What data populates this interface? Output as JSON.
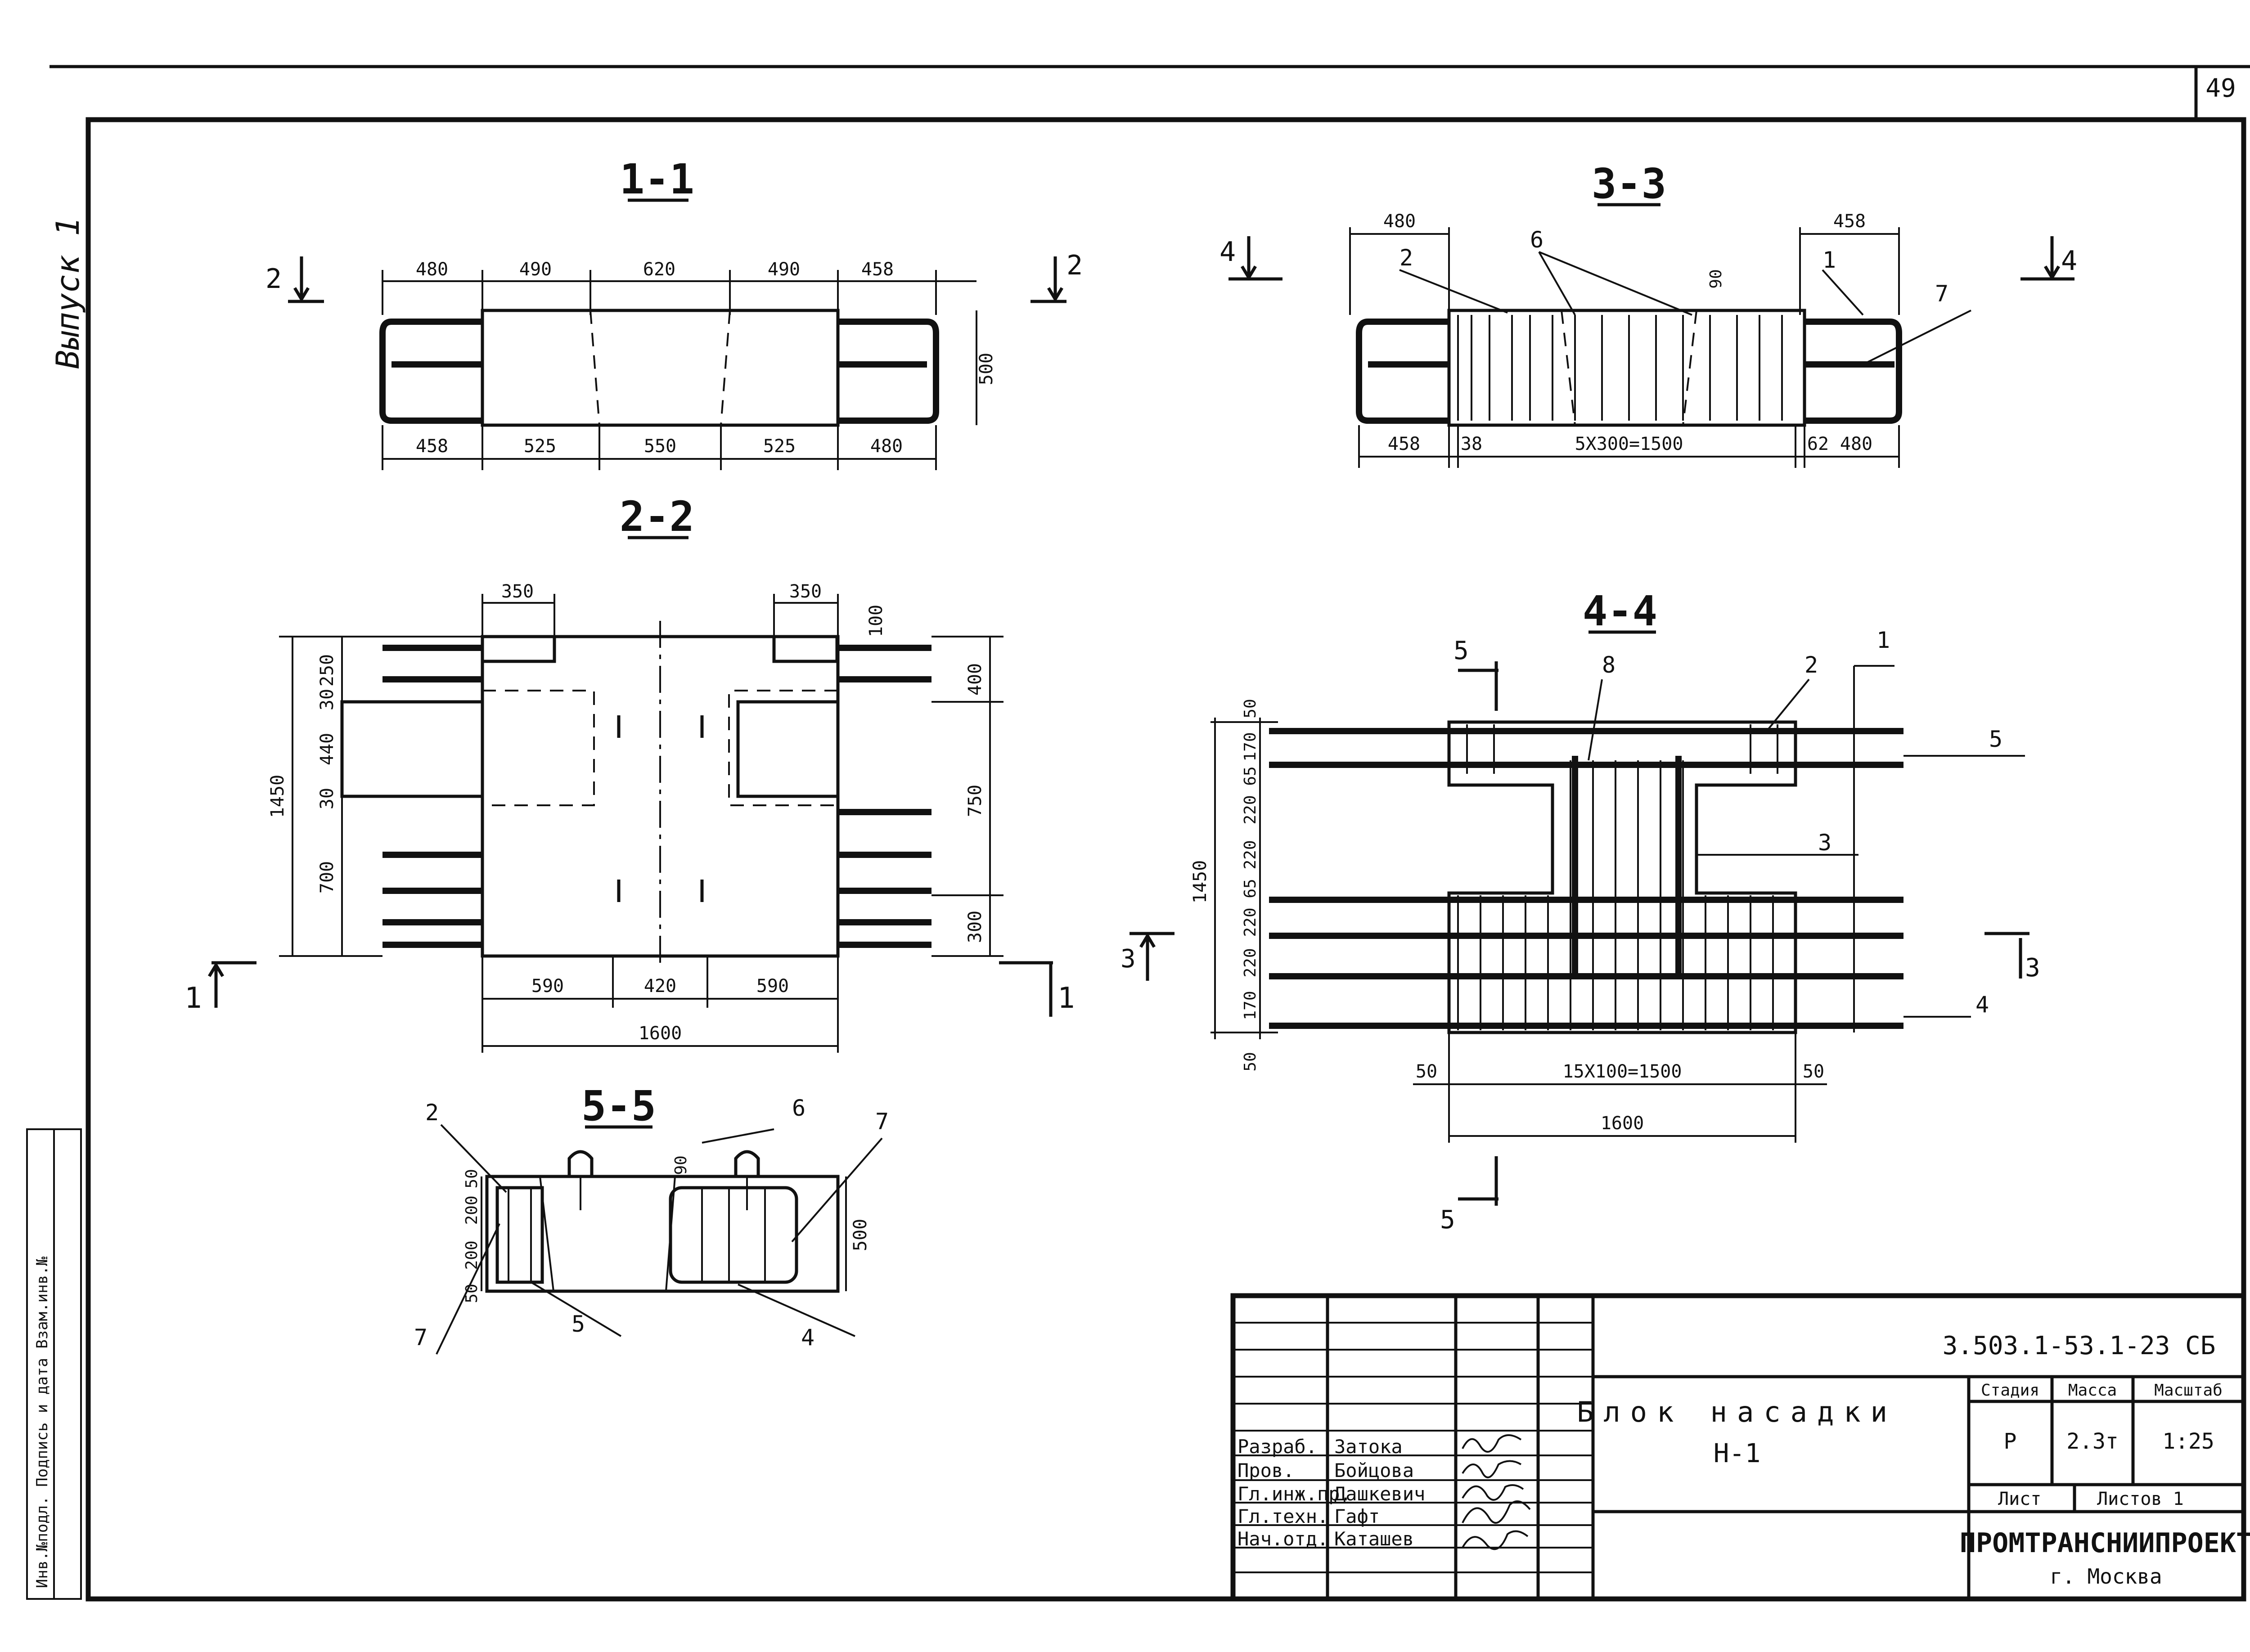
{
  "sheet": {
    "page_number": "49",
    "series_side": "Выпуск 1",
    "margin_note": "Инв.№подл. Подпись и дата Взам.инв.№"
  },
  "sections": {
    "s11": {
      "title": "1-1",
      "cut_marks": [
        "2",
        "2"
      ],
      "top_dims": [
        "480",
        "490",
        "620",
        "490",
        "458"
      ],
      "bottom_dims": [
        "458",
        "525",
        "550",
        "525",
        "480"
      ],
      "height_dim": "500"
    },
    "s22": {
      "title": "2-2",
      "top_dims": [
        "350",
        "350"
      ],
      "right_top": "100",
      "left_dims": [
        "250",
        "30",
        "440",
        "30",
        "700"
      ],
      "overall_left": "1450",
      "right_dims": [
        "400",
        "750",
        "300"
      ],
      "bottom_dims": [
        "590",
        "420",
        "590"
      ],
      "overall_bottom": "1600",
      "cut_marks": [
        "1",
        "1"
      ]
    },
    "s33": {
      "title": "3-3",
      "cut_marks": [
        "4",
        "4"
      ],
      "top_dims": [
        "480",
        "458"
      ],
      "dim_90": "90",
      "bottom_dims": [
        "458",
        "38",
        "5X300=1500",
        "62",
        "480"
      ],
      "callouts": [
        "2",
        "6",
        "1",
        "7"
      ]
    },
    "s44": {
      "title": "4-4",
      "cut_marks": [
        "5",
        "5",
        "3",
        "3"
      ],
      "left_dims": [
        "50",
        "170",
        "65",
        "220",
        "220",
        "65",
        "220",
        "220",
        "170",
        "50"
      ],
      "overall_left": "1450",
      "bottom_dims": [
        "50",
        "15X100=1500",
        "50"
      ],
      "overall_bottom": "1600",
      "callouts": [
        "8",
        "2",
        "1",
        "5",
        "3",
        "4"
      ]
    },
    "s55": {
      "title": "5-5",
      "left_dims": [
        "50",
        "200",
        "200",
        "50"
      ],
      "right_dim": "500",
      "dim_90": "90",
      "callouts": [
        "2",
        "6",
        "7",
        "7",
        "5",
        "4"
      ]
    }
  },
  "title_block": {
    "doc_code": "3.503.1-53.1-23 СБ",
    "item_name": "Блок насадки",
    "item_mark": "Н-1",
    "headers": {
      "stage": "Стадия",
      "mass": "Масса",
      "scale": "Масштаб"
    },
    "values": {
      "stage": "Р",
      "mass": "2.3т",
      "scale": "1:25"
    },
    "sheet_label": "Лист",
    "sheets_label": "Листов 1",
    "org": "ПРОМТРАНСНИИПРОЕКТ",
    "city": "г. Москва",
    "roles": [
      {
        "role": "Разраб.",
        "name": "Затока"
      },
      {
        "role": "Пров.",
        "name": "Бойцова"
      },
      {
        "role": "Гл.инж.пр.",
        "name": "Дашкевич"
      },
      {
        "role": "Гл.техн.",
        "name": "Гафт"
      },
      {
        "role": "Нач.отд.",
        "name": "Каташев"
      }
    ]
  }
}
